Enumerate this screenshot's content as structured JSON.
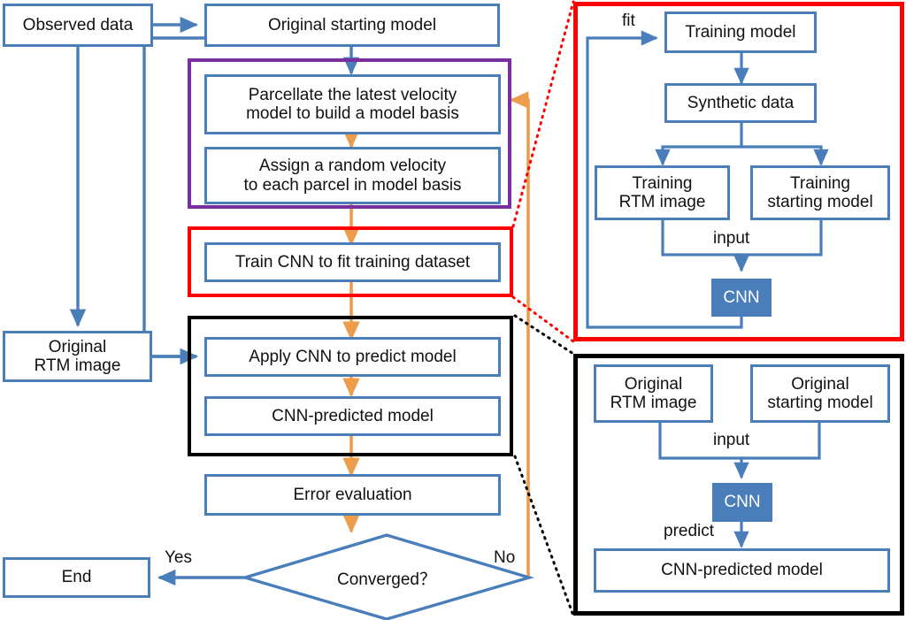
{
  "figure": {
    "title": "CNN-based velocity model building workflow",
    "colors": {
      "box_border": "#4a7ebb",
      "arrow_blue": "#4a7ebb",
      "arrow_orange": "#ed9c4b",
      "group_purple": "#7a2f9e",
      "group_red": "#ff0000",
      "group_black": "#000000",
      "cnn_fill": "#4a7ebb",
      "background": "#ffffff"
    }
  },
  "main_flow": {
    "nodes": {
      "observed_data": "Observed data",
      "original_starting_model": "Original starting model",
      "parcellate": "Parcellate the latest velocity\nmodel to build a model basis",
      "assign_velocity": "Assign a random velocity\nto each parcel in model basis",
      "train_cnn": "Train CNN to fit training dataset",
      "original_rtm_image": "Original\nRTM image",
      "apply_cnn": "Apply CNN to predict model",
      "cnn_predicted_model": "CNN-predicted model",
      "error_evaluation": "Error evaluation",
      "converged": "Converged？",
      "end": "End"
    },
    "edge_labels": {
      "yes": "Yes",
      "no": "No"
    }
  },
  "training_panel": {
    "nodes": {
      "training_model": "Training model",
      "synthetic_data": "Synthetic data",
      "training_rtm_image": "Training\nRTM image",
      "training_starting_model": "Training\nstarting model",
      "cnn": "CNN"
    },
    "edge_labels": {
      "fit": "fit",
      "input": "input"
    }
  },
  "prediction_panel": {
    "nodes": {
      "original_rtm_image": "Original\nRTM image",
      "original_starting_model": "Original\nstarting model",
      "cnn": "CNN",
      "cnn_predicted_model": "CNN-predicted model"
    },
    "edge_labels": {
      "input": "input",
      "predict": "predict"
    }
  }
}
